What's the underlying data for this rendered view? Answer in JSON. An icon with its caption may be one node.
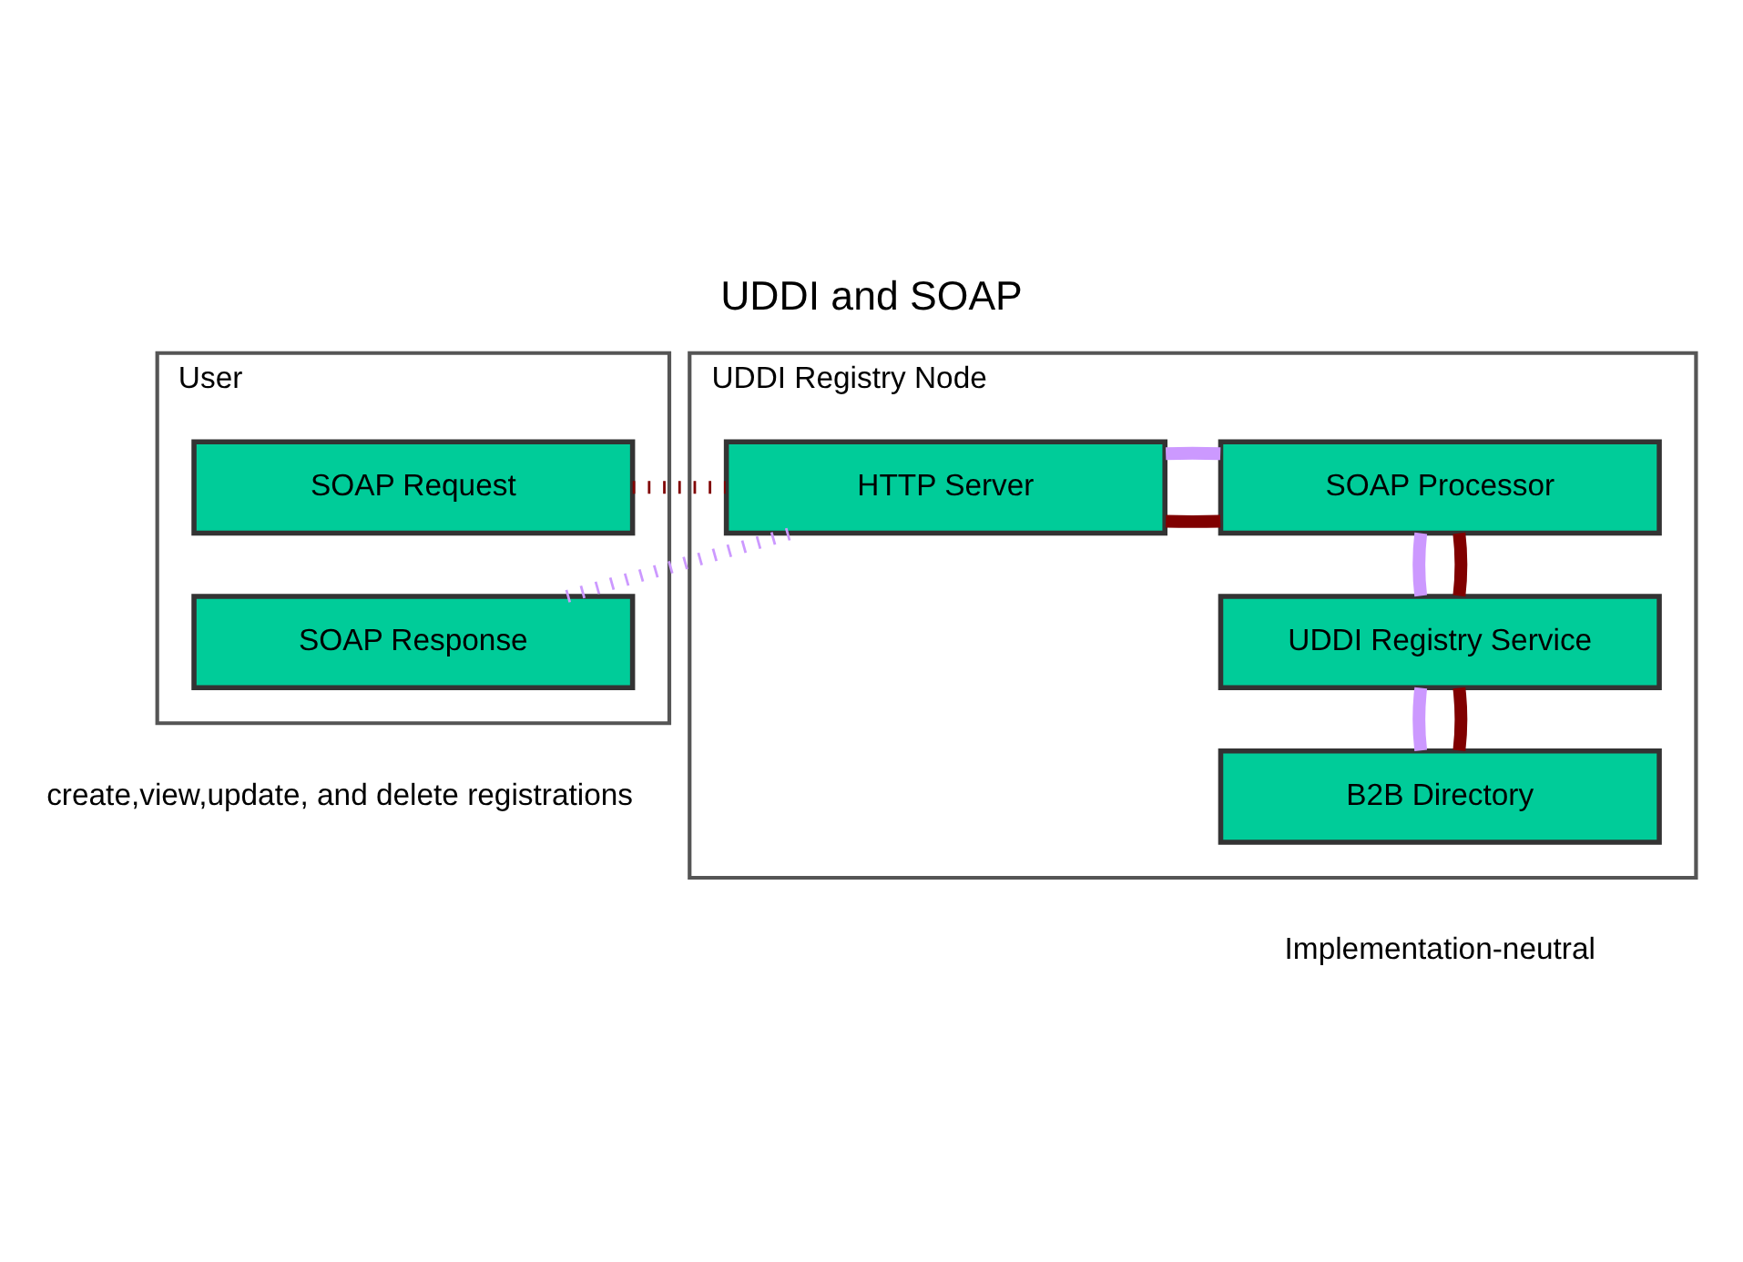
{
  "diagram": {
    "title": "UDDI and SOAP",
    "nodes": [
      {
        "text": [
          "User"
        ]
      },
      {
        "text": [
          "SOAP Request"
        ],
        "in": 0
      },
      {
        "text": [
          "SOAP Response"
        ],
        "in": 0
      },
      {
        "text": [
          "UDDI Registry Node"
        ]
      },
      {
        "text": [
          "HTTP Server"
        ],
        "in": 3
      },
      {
        "text": [
          "SOAP Processor"
        ],
        "in": 3
      },
      {
        "text": [
          "UDDI Registry Service"
        ],
        "in": 3
      },
      {
        "text": [
          "B2B Directory"
        ],
        "in": 3
      }
    ],
    "edges": [
      {
        "from": 1,
        "to": 4,
        "arrow": "none",
        "style": "dashed",
        "color": "#800000"
      },
      {
        "from": 2,
        "to": 4,
        "arrow": "none",
        "style": "dashed",
        "color": "#cc99ff"
      },
      {
        "from": 4,
        "to": 5,
        "arrow": "none",
        "color": "#800000"
      },
      {
        "from": 4,
        "to": 5,
        "arrow": "none",
        "color": "#cc99ff"
      },
      {
        "from": 5,
        "to": 6,
        "arrow": "none",
        "color": "#cc99ff"
      },
      {
        "from": 5,
        "to": 6,
        "arrow": "none",
        "color": "#800000"
      },
      {
        "from": 6,
        "to": 7,
        "arrow": "none",
        "color": "#cc99ff"
      },
      {
        "from": 6,
        "to": 7,
        "arrow": "none",
        "color": "#800000"
      }
    ],
    "labels": [
      "create,view,update, and delete registrations",
      "Implementation-neutral"
    ]
  }
}
